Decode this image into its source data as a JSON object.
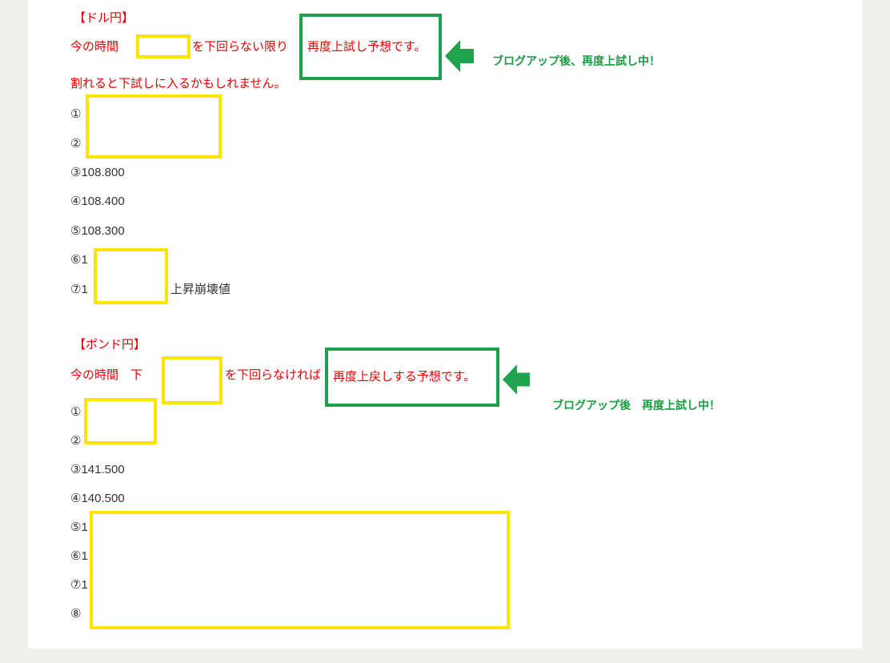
{
  "page": {
    "background": "#efefec",
    "panel_background": "#ffffff"
  },
  "colors": {
    "red_text": "#e60000",
    "green_border": "#1ba14b",
    "green_arrow": "#1fa34d",
    "yellow_border": "#ffe400",
    "black_text": "#333333"
  },
  "dollar_yen": {
    "title": "【ドル円】",
    "line1_prefix": "今の時間",
    "line1_suffix": "を下回らない限り",
    "forecast": "再度上試し予想です。",
    "note": "ブログアップ後、再度上試し中！",
    "line2": "割れると下試しに入るかもしれません。",
    "items": [
      {
        "label": "①"
      },
      {
        "label": "②"
      },
      {
        "label": "③108.800"
      },
      {
        "label": "④108.400"
      },
      {
        "label": "⑤108.300"
      },
      {
        "label": "⑥1"
      },
      {
        "label": "⑦1",
        "suffix": "上昇崩壊値"
      }
    ]
  },
  "pound_yen": {
    "title": "【ポンド円】",
    "line1_prefix": "今の時間　下",
    "line1_suffix": "を下回らなければ",
    "forecast": "再度上戻しする予想です。",
    "note": "ブログアップ後　再度上試し中！",
    "items": [
      {
        "label": "①"
      },
      {
        "label": "②"
      },
      {
        "label": "③141.500"
      },
      {
        "label": "④140.500"
      },
      {
        "label": "⑤1"
      },
      {
        "label": "⑥1"
      },
      {
        "label": "⑦1"
      },
      {
        "label": "⑧"
      }
    ]
  }
}
